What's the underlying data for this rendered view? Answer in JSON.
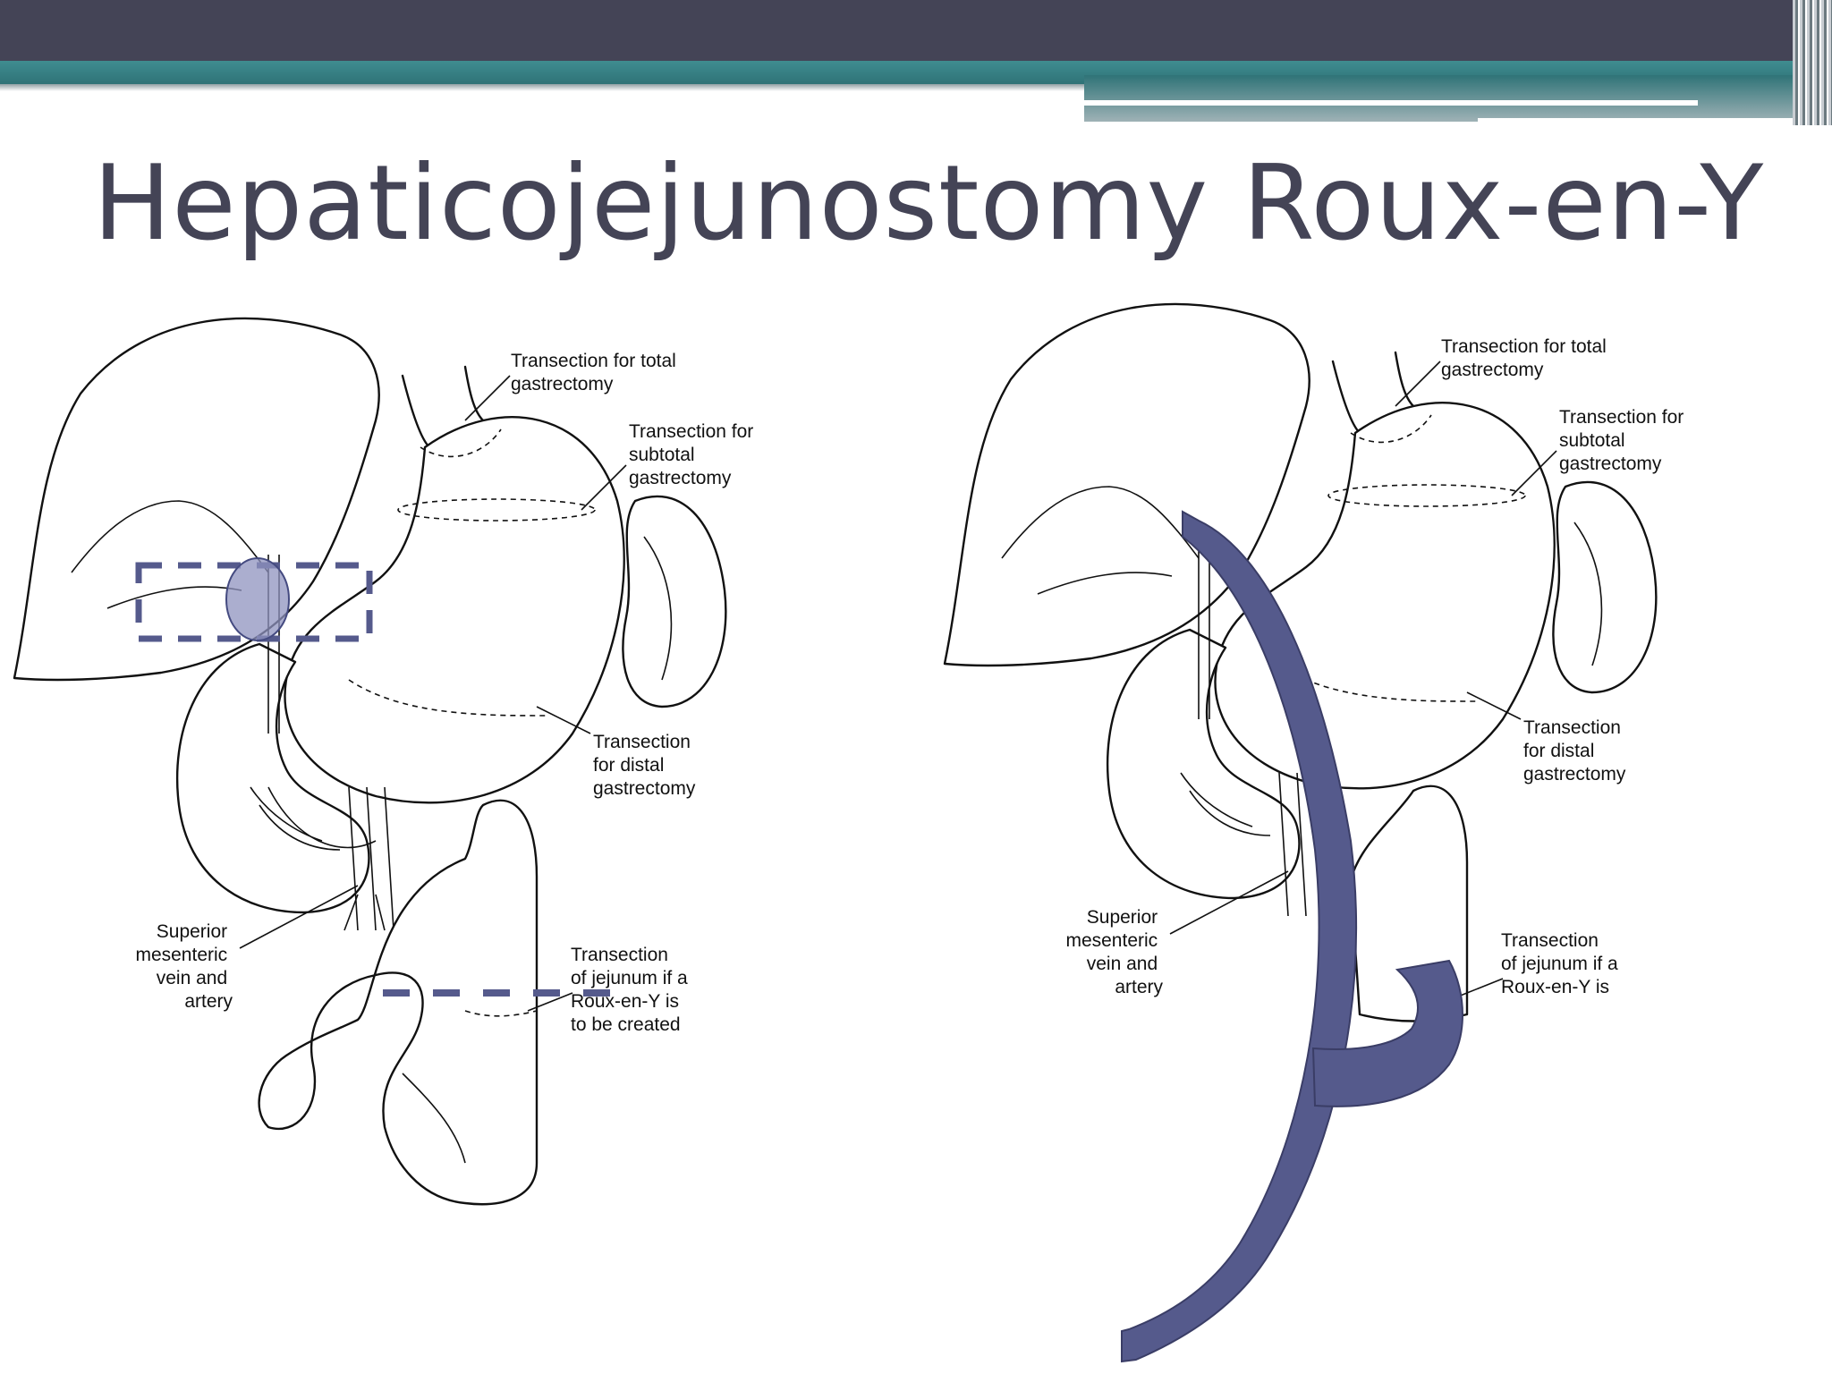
{
  "slide": {
    "title": "Hepaticojejunostomy Roux-en-Y"
  },
  "left_figure": {
    "labels": {
      "total_gastrectomy": [
        "Transection for total",
        "gastrectomy"
      ],
      "subtotal_gastrectomy": [
        "Transection for",
        "subtotal",
        "gastrectomy"
      ],
      "distal_gastrectomy": [
        "Transection",
        "for distal",
        "gastrectomy"
      ],
      "sma": [
        "Superior",
        "mesenteric",
        "vein and",
        "artery"
      ],
      "jejunum": [
        "Transection",
        "of jejunum if a",
        "Roux-en-Y is",
        "to be created"
      ]
    }
  },
  "right_figure": {
    "labels": {
      "total_gastrectomy": [
        "Transection for total",
        "gastrectomy"
      ],
      "subtotal_gastrectomy": [
        "Transection for",
        "subtotal",
        "gastrectomy"
      ],
      "distal_gastrectomy": [
        "Transection",
        "for distal",
        "gastrectomy"
      ],
      "sma": [
        "Superior",
        "mesenteric",
        "vein and",
        "artery"
      ],
      "jejunum": [
        "Transection",
        "of jejunum if a",
        "Roux-en-Y is"
      ]
    }
  },
  "colors": {
    "header_dark": "#444456",
    "header_teal": "#3f8d90",
    "overlay_blue": "#555a8c",
    "title_text": "#444456"
  }
}
